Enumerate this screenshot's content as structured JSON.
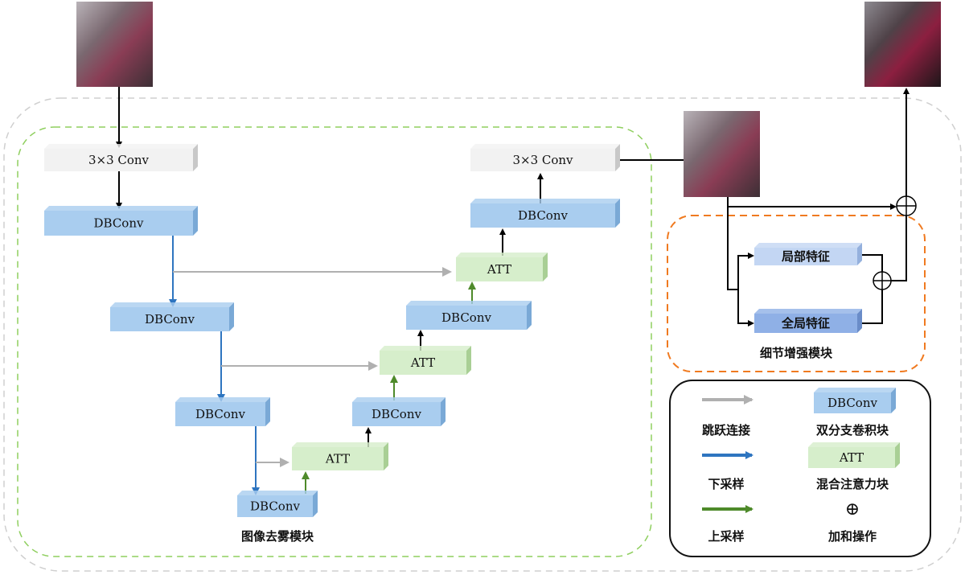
{
  "dehaze_module": {
    "label": "图像去雾模块",
    "input_conv": "3×3 Conv",
    "output_conv": "3×3 Conv",
    "encoder": [
      "DBConv",
      "DBConv",
      "DBConv",
      "DBConv"
    ],
    "decoder": [
      {
        "att": "ATT",
        "conv": "DBConv"
      },
      {
        "att": "ATT",
        "conv": "DBConv"
      },
      {
        "att": "ATT",
        "conv": "DBConv"
      }
    ]
  },
  "detail_module": {
    "label": "细节增强模块",
    "local": "局部特征",
    "global": "全局特征"
  },
  "legend": {
    "skip": "跳跃连接",
    "down": "下采样",
    "up": "上采样",
    "dbconv_block": "DBConv",
    "dbconv_desc": "双分支卷积块",
    "att_block": "ATT",
    "att_desc": "混合注意力块",
    "plus_symbol": "⊕",
    "plus_desc": "加和操作"
  },
  "colors": {
    "blue": "#2e75c0",
    "green": "#4e8a2a",
    "gray": "#b0b0b0",
    "orange": "#f07a20",
    "dbconv": "#a9cdef",
    "att": "#d6eecb"
  }
}
